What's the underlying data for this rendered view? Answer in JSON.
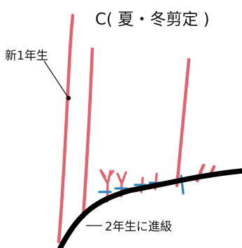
{
  "title": "C( 夏・冬剪定 )",
  "labels": {
    "new_shoot": "新1年生",
    "second_year": "2年生に進級"
  },
  "colors": {
    "shoot": "#e8606c",
    "branch": "#000000",
    "cut_mark": "#2a86c0",
    "text": "#111111",
    "background": "#ffffff"
  }
}
